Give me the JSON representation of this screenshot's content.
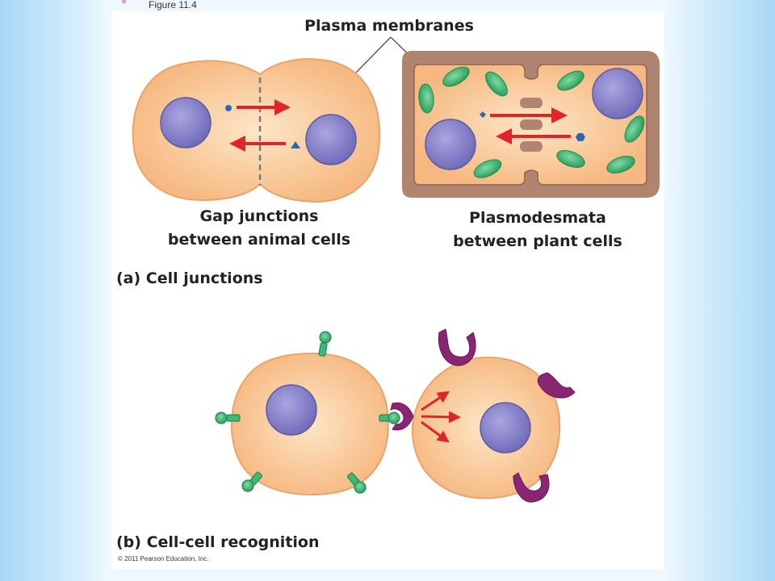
{
  "header": {
    "bullet": "*",
    "figure_label": "Figure 11.4"
  },
  "labels": {
    "plasma_membranes": "Plasma membranes",
    "gap_junctions_line1": "Gap junctions",
    "gap_junctions_line2": "between animal cells",
    "plasmodesmata_line1": "Plasmodesmata",
    "plasmodesmata_line2": "between plant cells",
    "section_a": "(a) Cell junctions",
    "section_b": "(b) Cell-cell recognition"
  },
  "footer": {
    "copyright": "© 2011 Pearson Education, Inc."
  },
  "colors": {
    "cytoplasm": "#f8c894",
    "nucleus": "#8a86cc",
    "chloroplast": "#3fb877",
    "cell_wall": "#b08470",
    "arrow": "#e0242a",
    "receptor": "#8a2573",
    "marker": "#3fb877",
    "small_molecule": "#2f66b3"
  },
  "icons": {
    "arrow": "red-arrow-icon",
    "receptor": "receptor-icon",
    "marker": "surface-marker-icon"
  }
}
